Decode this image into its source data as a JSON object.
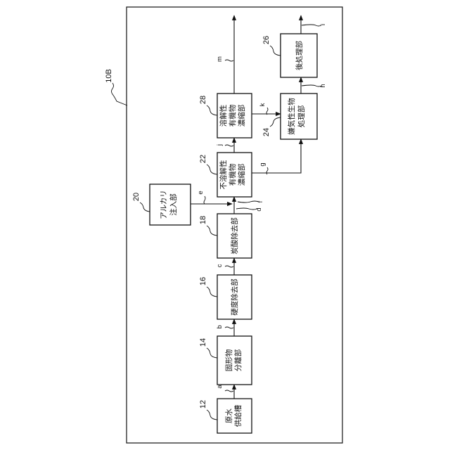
{
  "figure": {
    "label": "10B"
  },
  "blocks": [
    {
      "id": "b12",
      "number": "12",
      "lines": [
        "原水",
        "供給槽"
      ]
    },
    {
      "id": "b14",
      "number": "14",
      "lines": [
        "固形物",
        "分離部"
      ]
    },
    {
      "id": "b16",
      "number": "16",
      "lines": [
        "硬度除去部"
      ]
    },
    {
      "id": "b18",
      "number": "18",
      "lines": [
        "炭酸除去部"
      ]
    },
    {
      "id": "b20",
      "number": "20",
      "lines": [
        "アルカリ",
        "注入部"
      ]
    },
    {
      "id": "b22",
      "number": "22",
      "lines": [
        "不溶解性",
        "有機物",
        "濃縮部"
      ]
    },
    {
      "id": "b28",
      "number": "28",
      "lines": [
        "溶解性",
        "有機物",
        "濃縮部"
      ]
    },
    {
      "id": "b24",
      "number": "24",
      "lines": [
        "嫌気性生物",
        "処理部"
      ]
    },
    {
      "id": "b26",
      "number": "26",
      "lines": [
        "後処理部"
      ]
    }
  ],
  "flows": [
    "a",
    "b",
    "c",
    "d",
    "e",
    "f",
    "g",
    "j",
    "k",
    "h",
    "m",
    "i"
  ]
}
